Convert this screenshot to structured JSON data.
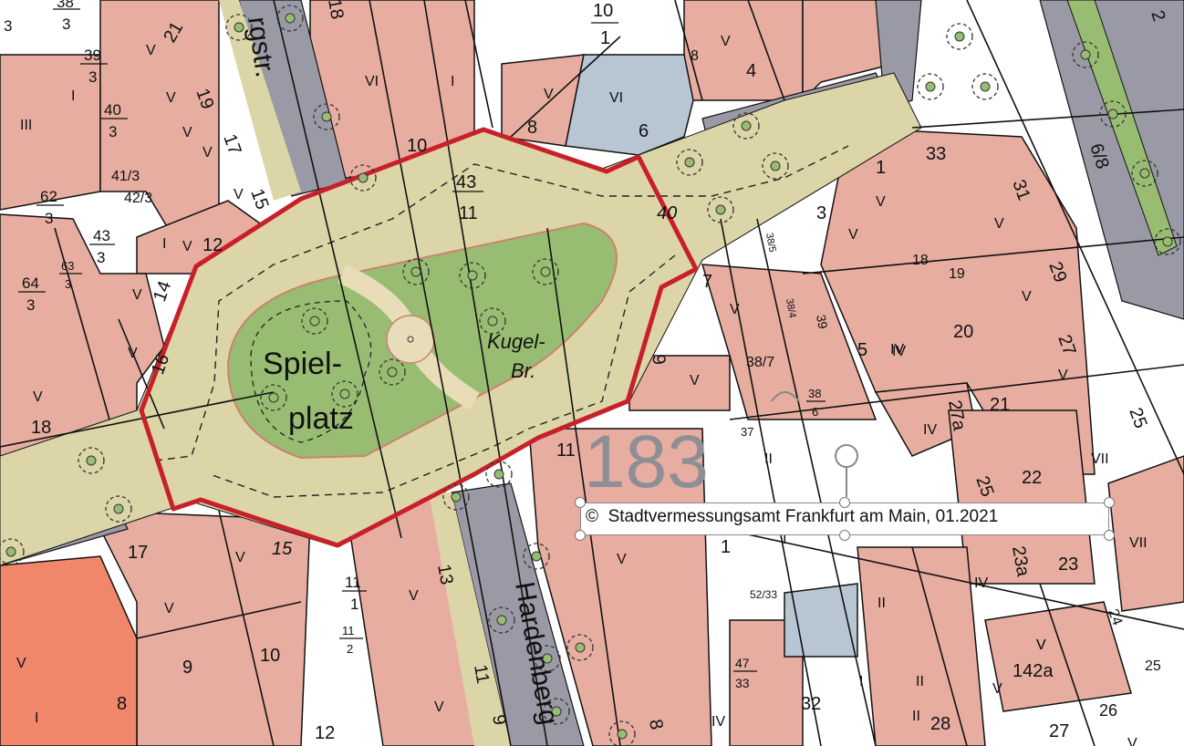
{
  "colors": {
    "building": "#e6ada0",
    "building_public": "#b8c6d4",
    "building_highlight": "#f0876a",
    "plaza": "#dcd5a8",
    "green": "#98bd72",
    "street": "#9a9aa6",
    "boundary": "#c8202a",
    "lines": "#111111"
  },
  "streets": {
    "top": "rgstr.",
    "bottom": "Hardenberg"
  },
  "park": {
    "playground_1": "Spiel-",
    "playground_2": "platz",
    "sculpture_1": "Kugel-",
    "sculpture_2": "Br."
  },
  "flur_number": "183",
  "copyright": {
    "symbol": "©",
    "text": "Stadtvermessungsamt Frankfurt am Main, 01.2021"
  },
  "parcel_labels": {
    "l21": "21",
    "l19": "19",
    "l17": "17",
    "l15": "15",
    "l12": "12",
    "l14": "14",
    "l16": "16",
    "l18a": "18",
    "l18b": "18",
    "l10a": "10",
    "l43_11a": "43",
    "l43_11b": "11",
    "l8a": "8",
    "l6": "6",
    "l4": "4",
    "l8b": "8",
    "l10_1a": "10",
    "l10_1b": "1",
    "l1a": "1",
    "l33": "33",
    "l31": "31",
    "l3": "3",
    "l29": "29",
    "l18c": "18",
    "l19b": "19",
    "l20": "20",
    "l27": "27",
    "l5": "5",
    "l7": "7",
    "l9": "9",
    "l21b": "21",
    "l27a": "27a",
    "l22": "22",
    "l25a": "25",
    "l25b": "25",
    "l23": "23",
    "l23a": "23a",
    "l142a": "142a",
    "l24": "24",
    "l25c": "25",
    "l26": "26",
    "l27b": "27",
    "l28": "28",
    "l32": "32",
    "l11a": "11",
    "l13": "13",
    "l11b": "11",
    "l9b": "9",
    "l8c": "8",
    "l10b": "10",
    "l12b": "12",
    "l9c": "9",
    "l8d": "8",
    "l17b": "17",
    "l15b": "15",
    "l40": "40",
    "l37": "37",
    "l38_7": "38/7",
    "l39": "39",
    "l38_5": "38/5",
    "l38_4": "38/4",
    "l41_3": "41/3",
    "l42_3": "42/3",
    "l52_33": "52/33",
    "l6_8": "6/8",
    "l2": "2",
    "l1b": "1"
  },
  "fractions": {
    "f38_3": [
      "38",
      "3"
    ],
    "f39_3": [
      "39",
      "3"
    ],
    "f40_3": [
      "40",
      "3"
    ],
    "f62_3": [
      "62",
      "3"
    ],
    "f43_3": [
      "43",
      "3"
    ],
    "f64_3": [
      "64",
      "3"
    ],
    "f63_3": [
      "63",
      "3"
    ],
    "f11_1": [
      "11",
      "1"
    ],
    "f11_2": [
      "11",
      "2"
    ],
    "f47_33": [
      "47",
      "33"
    ],
    "f38_6": [
      "38",
      "6"
    ],
    "f3": [
      "",
      "3"
    ]
  },
  "storeys": {
    "s1": "V",
    "s2": "V",
    "s3": "V",
    "s4": "V",
    "s5": "V",
    "s6": "V",
    "s7": "V",
    "s8": "V",
    "s9": "VI",
    "s10": "I",
    "s11": "V",
    "s12": "VI",
    "s13": "V",
    "s14": "V",
    "s15": "V",
    "s16": "V",
    "s17": "V",
    "s18": "IV",
    "s19": "IV",
    "s20": "V",
    "s21": "VII",
    "s22": "VII",
    "s23": "IV",
    "s24": "V",
    "s25": "I",
    "s26": "II",
    "s27": "II",
    "s28": "IV",
    "s29": "II",
    "s30": "V",
    "s31": "IV",
    "s32": "V",
    "s33": "V",
    "s34": "V",
    "s35": "V",
    "s36": "I",
    "s37": "III",
    "s38": "V",
    "s39": "V",
    "s40": "I",
    "s41": "V",
    "s42": "I",
    "s43": "V",
    "s44": "II",
    "s45": "V",
    "s46": "V",
    "s47": "I",
    "s48": "V"
  }
}
